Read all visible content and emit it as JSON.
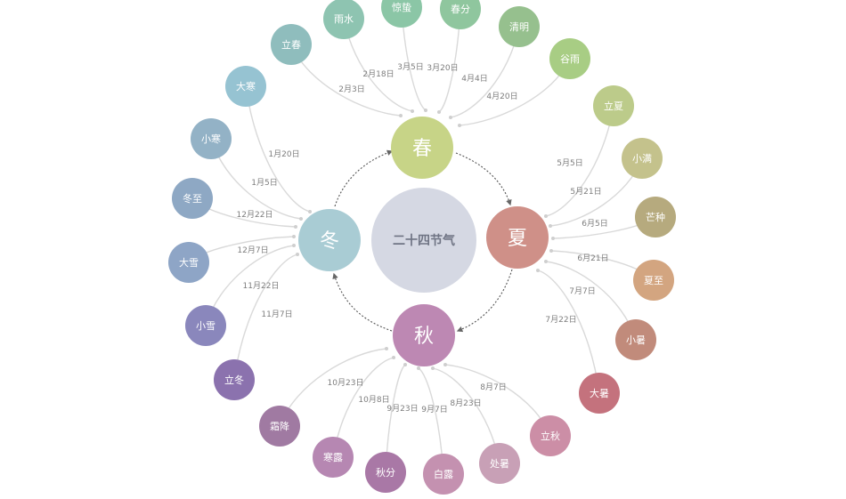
{
  "center": {
    "label": "二十四节气",
    "color": "#d5d8e3"
  },
  "seasons": [
    {
      "id": "spring",
      "label": "春",
      "color": "#c7d487",
      "terms": [
        {
          "name": "立春",
          "date": "2月3日",
          "color": "#8fbdbd"
        },
        {
          "name": "雨水",
          "date": "2月18日",
          "color": "#8ec4b1"
        },
        {
          "name": "惊蛰",
          "date": "3月5日",
          "color": "#8bc6a6"
        },
        {
          "name": "春分",
          "date": "3月20日",
          "color": "#8fc69e"
        },
        {
          "name": "清明",
          "date": "4月4日",
          "color": "#96c08e"
        },
        {
          "name": "谷雨",
          "date": "4月20日",
          "color": "#a8cd84"
        }
      ]
    },
    {
      "id": "summer",
      "label": "夏",
      "color": "#cf9088",
      "terms": [
        {
          "name": "立夏",
          "date": "5月5日",
          "color": "#bccb8a"
        },
        {
          "name": "小满",
          "date": "5月21日",
          "color": "#c4c28c"
        },
        {
          "name": "芒种",
          "date": "6月5日",
          "color": "#b6aa7e"
        },
        {
          "name": "夏至",
          "date": "6月21日",
          "color": "#d3a580"
        },
        {
          "name": "小暑",
          "date": "7月7日",
          "color": "#c18b7b"
        },
        {
          "name": "大暑",
          "date": "7月22日",
          "color": "#c4727d"
        }
      ]
    },
    {
      "id": "autumn",
      "label": "秋",
      "color": "#bd88b3",
      "terms": [
        {
          "name": "立秋",
          "date": "8月7日",
          "color": "#cc8ea6"
        },
        {
          "name": "处暑",
          "date": "8月23日",
          "color": "#c8a0b6"
        },
        {
          "name": "白露",
          "date": "9月7日",
          "color": "#c491b0"
        },
        {
          "name": "秋分",
          "date": "9月23日",
          "color": "#a978a6"
        },
        {
          "name": "寒露",
          "date": "10月8日",
          "color": "#b687b2"
        },
        {
          "name": "霜降",
          "date": "10月23日",
          "color": "#a07aa2"
        }
      ]
    },
    {
      "id": "winter",
      "label": "冬",
      "color": "#a9ccd4",
      "terms": [
        {
          "name": "立冬",
          "date": "11月7日",
          "color": "#8b72ae"
        },
        {
          "name": "小雪",
          "date": "11月22日",
          "color": "#8a87bc"
        },
        {
          "name": "大雪",
          "date": "12月7日",
          "color": "#8ea5c6"
        },
        {
          "name": "冬至",
          "date": "12月22日",
          "color": "#8ea8c4"
        },
        {
          "name": "小寒",
          "date": "1月5日",
          "color": "#93b2c6"
        },
        {
          "name": "大寒",
          "date": "1月20日",
          "color": "#96c3d2"
        }
      ]
    }
  ]
}
